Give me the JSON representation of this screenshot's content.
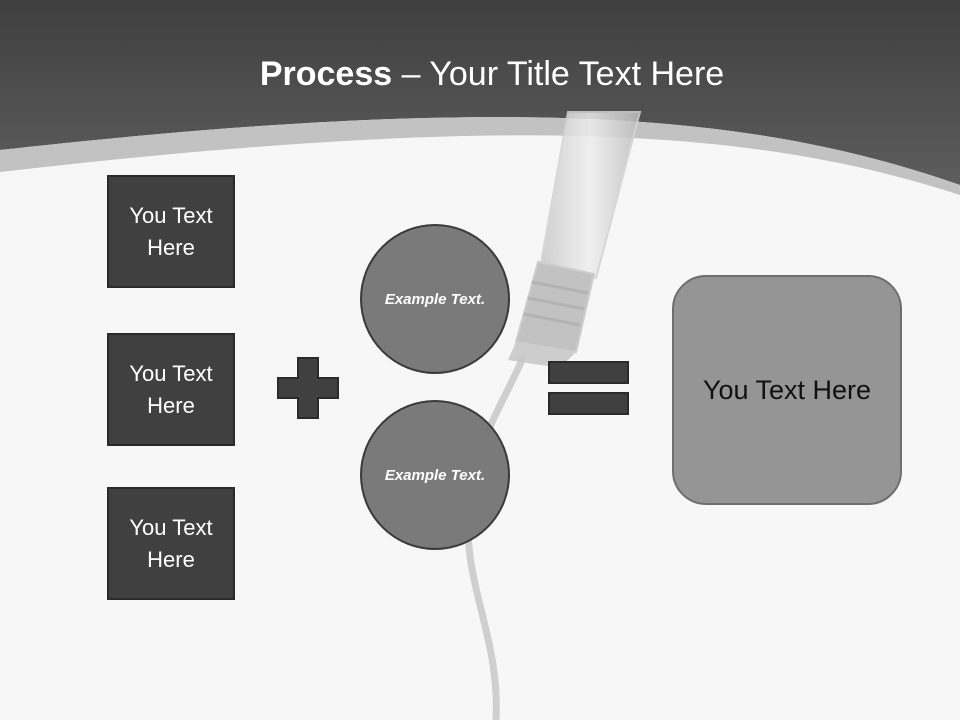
{
  "title": {
    "bold": "Process",
    "rest": " – Your Title Text Here"
  },
  "inputs": [
    {
      "label": "You Text Here"
    },
    {
      "label": "You Text Here"
    },
    {
      "label": "You Text Here"
    }
  ],
  "examples": [
    {
      "label": "Example Text."
    },
    {
      "label": "Example Text."
    }
  ],
  "result": {
    "label": "You Text Here"
  },
  "colors": {
    "header": "#4d4d4d",
    "box_fill": "#404040",
    "circle_fill": "#7a7a7a",
    "result_fill": "#959595",
    "operator": "#404040"
  }
}
